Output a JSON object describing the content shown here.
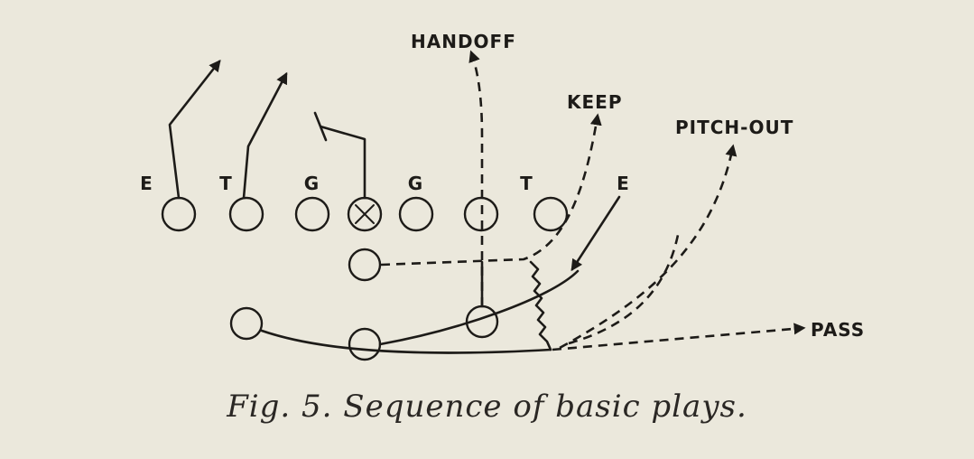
{
  "diagram": {
    "position_labels": [
      "E",
      "T",
      "G",
      "G",
      "T",
      "E"
    ],
    "play_labels": {
      "handoff": "HANDOFF",
      "keep": "KEEP",
      "pitch_out": "PITCH-OUT",
      "pass": "PASS"
    },
    "caption": "Fig. 5. Sequence of basic plays.",
    "center_marker": "center-x-icon"
  }
}
